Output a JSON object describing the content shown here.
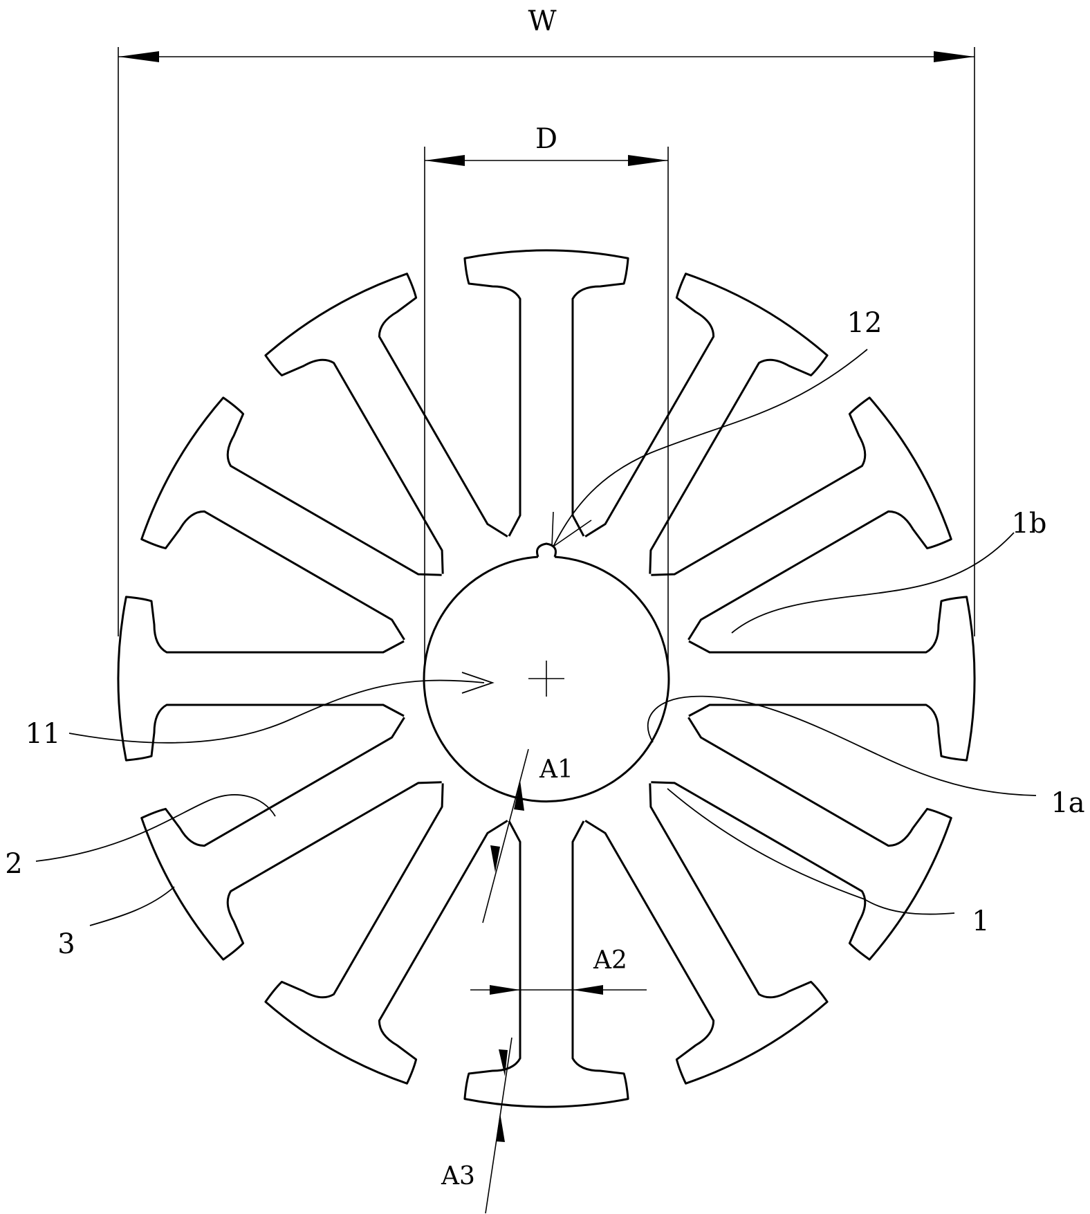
{
  "labels": {
    "W": "W",
    "D": "D",
    "A1": "A1",
    "A2": "A2",
    "A3": "A3",
    "ref_1": "1",
    "ref_1a": "1a",
    "ref_1b": "1b",
    "ref_2": "2",
    "ref_3": "3",
    "ref_11": "11",
    "ref_12": "12"
  },
  "stator": {
    "tooth_count": 12
  }
}
